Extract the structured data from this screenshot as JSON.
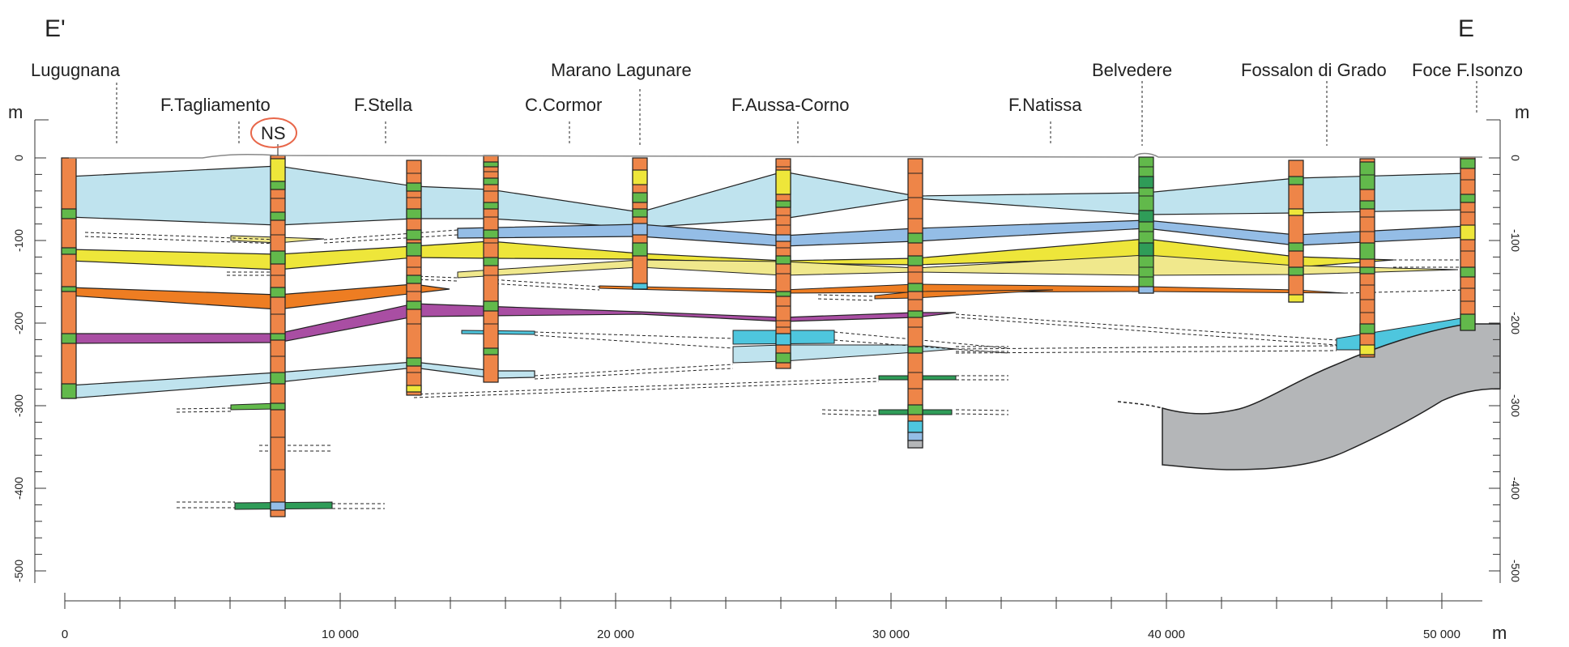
{
  "section_labels": {
    "left": "E'",
    "right": "E"
  },
  "depth_unit": "m",
  "distance_unit": "m",
  "depth_ticks": [
    "0",
    "-100",
    "-200",
    "-300",
    "-400",
    "-500"
  ],
  "distance_ticks": [
    "0",
    "10 000",
    "20 000",
    "30 000",
    "40 000",
    "50 000"
  ],
  "locations": [
    {
      "name": "Lugugnana"
    },
    {
      "name": "F.Tagliamento"
    },
    {
      "name": "NS",
      "circled": true
    },
    {
      "name": "F.Stella"
    },
    {
      "name": "C.Cormor"
    },
    {
      "name": "Marano Lagunare"
    },
    {
      "name": "F.Aussa-Corno"
    },
    {
      "name": "F.Natissa"
    },
    {
      "name": "Belvedere"
    },
    {
      "name": "Fossalon di Grado"
    },
    {
      "name": "Foce F.Isonzo"
    }
  ],
  "colors": {
    "borehole": "#ee8548",
    "sand_green": "#62b94b",
    "dark_green": "#2f9c58",
    "light_blue": "#bfe3ee",
    "blue": "#94bde6",
    "cyan": "#4ec6de",
    "yellow": "#eee63a",
    "pale_yellow": "#f0e88c",
    "orange": "#ee7d22",
    "purple": "#a94ea3",
    "bedrock_gray": "#b4b6b8",
    "circle_marker": "#e8674a"
  }
}
